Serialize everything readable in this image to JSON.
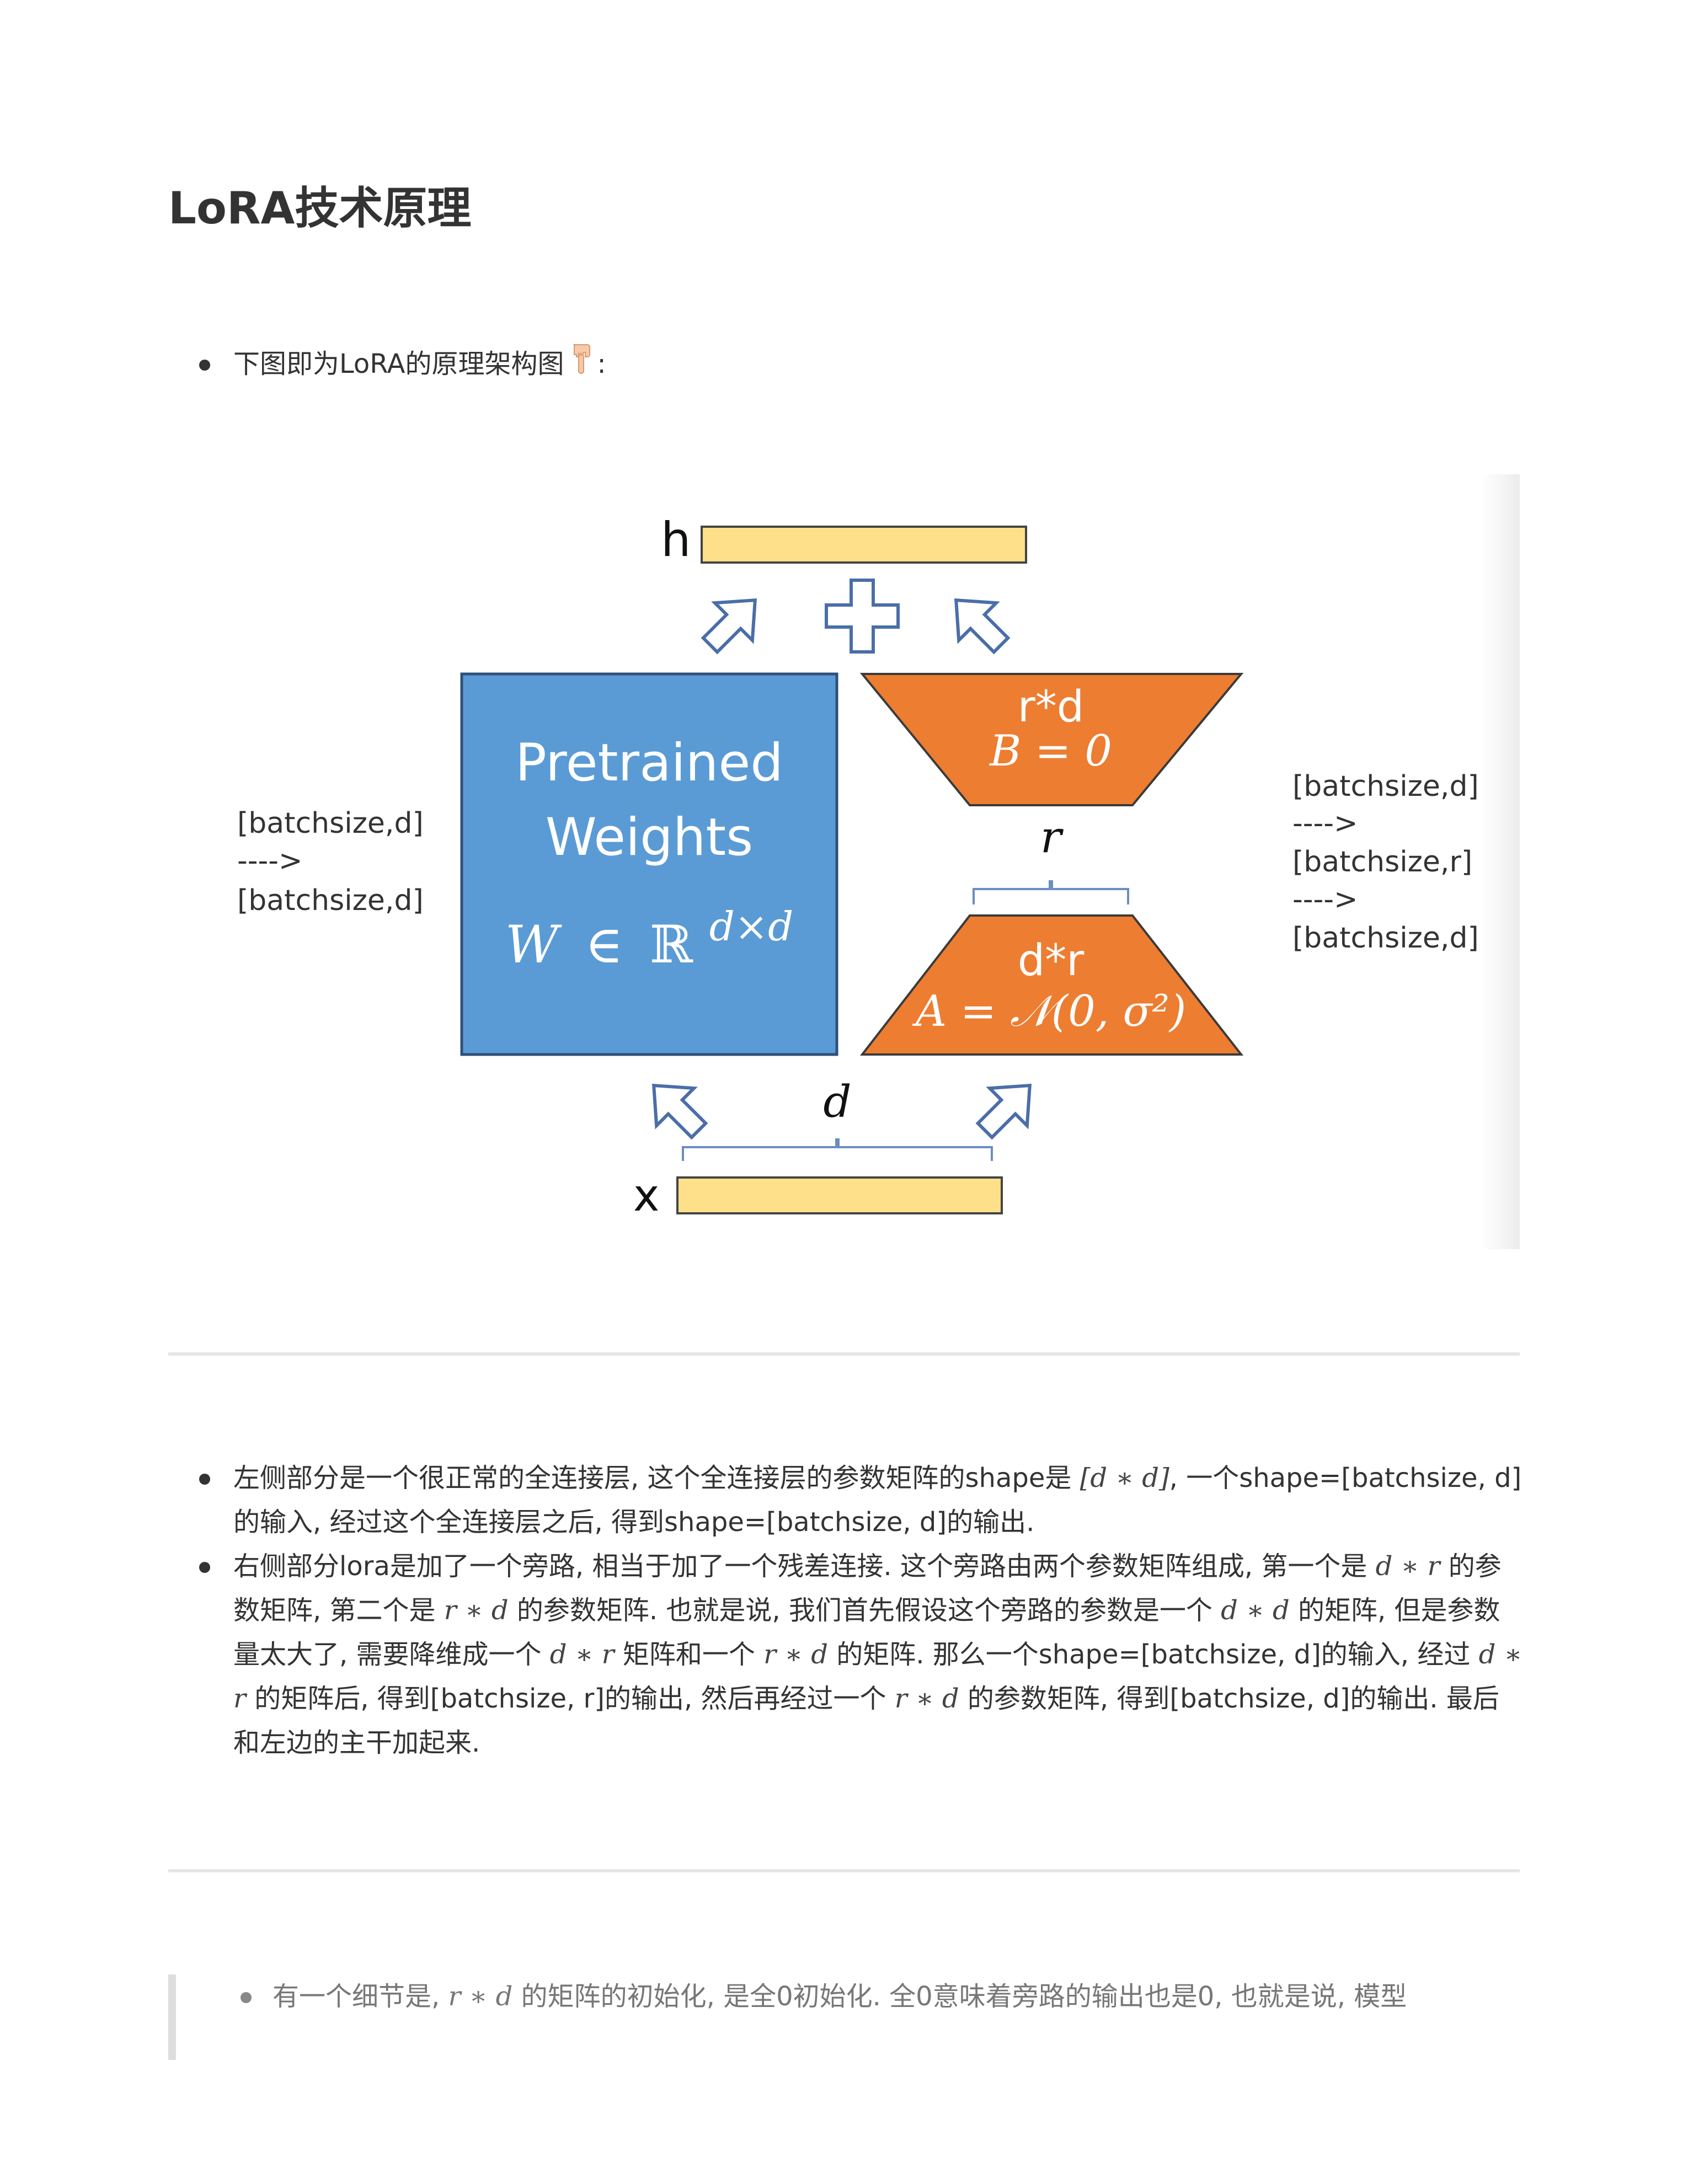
{
  "title": "LoRA技术原理",
  "intro": {
    "text": "下图即为LoRA的原理架构图",
    "emoji": "backhand-index-pointing-down",
    "suffix": ":"
  },
  "figure": {
    "h_label": "h",
    "x_label": "x",
    "plus_sign": "+",
    "pretrained_line1": "Pretrained",
    "pretrained_line2": "Weights",
    "weight_W": "W",
    "weight_in": "∈",
    "weight_R": "ℝ",
    "weight_exp": "d×d",
    "b_dims": "r*d",
    "b_eq": "B = 0",
    "r_label": "r",
    "a_dims": "d*r",
    "a_eq": "A = 𝒩(0, σ²)",
    "d_label": "d",
    "left_note": [
      "[batchsize,d]",
      "---->",
      "[batchsize,d]"
    ],
    "right_note": [
      "[batchsize,d]",
      "---->",
      "[batchsize,r]",
      "---->",
      "[batchsize,d]"
    ],
    "colors": {
      "bar": "#FFE08A",
      "pretrained": "#5B9BD5",
      "lora": "#ED7D31",
      "brace": "#6C8EBF"
    }
  },
  "desc": {
    "p1": {
      "t1": "左侧部分是一个很正常的全连接层, 这个全连接层的参数矩阵的shape是 ",
      "m1": "[d ∗ d]",
      "t2": ", 一个shape=[batchsize, d]的输入, 经过这个全连接层之后, 得到shape=[batchsize, d]的输出."
    },
    "p2": {
      "t1": "右侧部分lora是加了一个旁路, 相当于加了一个残差连接. 这个旁路由两个参数矩阵组成, 第一个是 ",
      "m1": "d ∗ r",
      "t2": " 的参数矩阵, 第二个是 ",
      "m2": "r ∗ d",
      "t3": " 的参数矩阵. 也就是说, 我们首先假设这个旁路的参数是一个 ",
      "m3": "d ∗ d",
      "t4": " 的矩阵, 但是参数量太大了, 需要降维成一个 ",
      "m4": "d ∗ r",
      "t5": " 矩阵和一个 ",
      "m5": "r ∗ d",
      "t6": " 的矩阵. 那么一个shape=[batchsize, d]的输入, 经过 ",
      "m6": "d ∗ r",
      "t7": " 的矩阵后, 得到[batchsize, r]的输出, 然后再经过一个 ",
      "m7": "r ∗ d",
      "t8": " 的参数矩阵, 得到[batchsize, d]的输出. 最后和左边的主干加起来."
    }
  },
  "quote": {
    "t1": "有一个细节是, ",
    "m1": "r ∗ d",
    "t2": " 的矩阵的初始化, 是全0初始化. 全0意味着旁路的输出也是0, 也就是说, 模型"
  }
}
